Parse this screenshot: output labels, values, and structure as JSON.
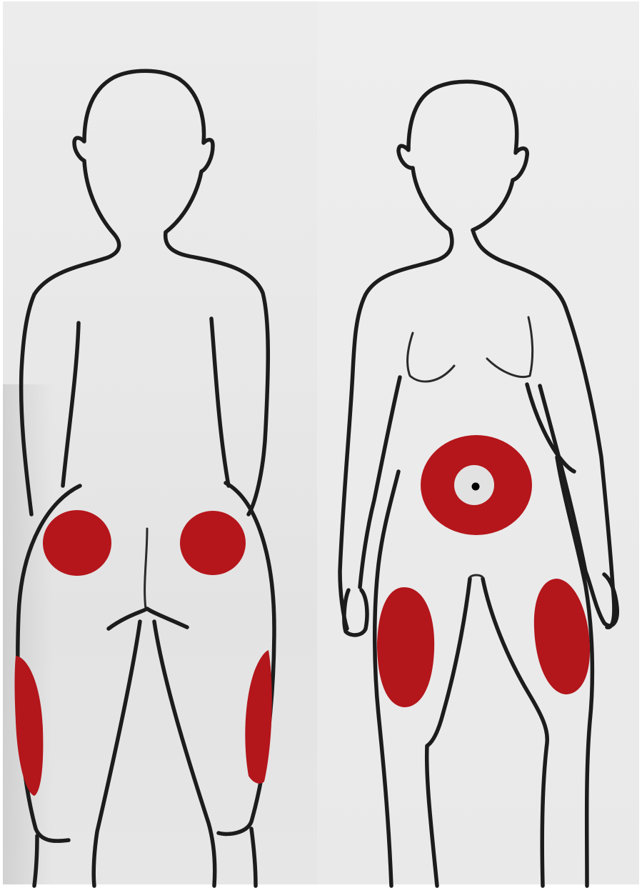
{
  "image": {
    "panels": [
      "back-view",
      "front-view"
    ],
    "colors": {
      "paper": "#e9e9e9",
      "outline": "#1c1c1c",
      "injection_site": "#b5161b",
      "injection_site_dark": "#a01015",
      "navel_ring": "#e2e2e2",
      "navel_dot": "#000000"
    },
    "injection_sites": [
      "left-buttock",
      "right-buttock",
      "left-outer-thigh-back",
      "right-outer-thigh-back",
      "abdomen",
      "left-front-thigh",
      "right-front-thigh"
    ]
  }
}
